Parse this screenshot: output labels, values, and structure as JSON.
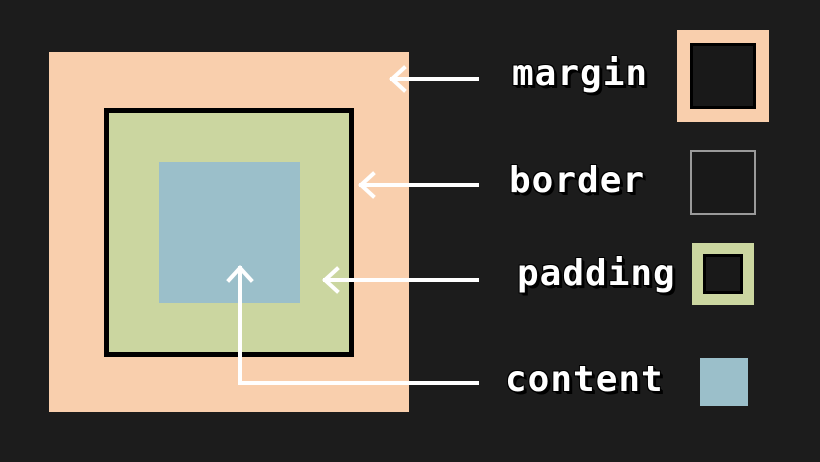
{
  "colors": {
    "background": "#1c1c1c",
    "margin": "#f9cfad",
    "border": "#000000",
    "padding": "#cbd6a0",
    "content": "#9bbfca",
    "arrow": "#ffffff"
  },
  "legend": {
    "margin": {
      "label": "margin",
      "swatch": "margin-swatch"
    },
    "border": {
      "label": "border",
      "swatch": "border-swatch"
    },
    "padding": {
      "label": "padding",
      "swatch": "padding-swatch"
    },
    "content": {
      "label": "content",
      "swatch": "content-swatch"
    }
  }
}
